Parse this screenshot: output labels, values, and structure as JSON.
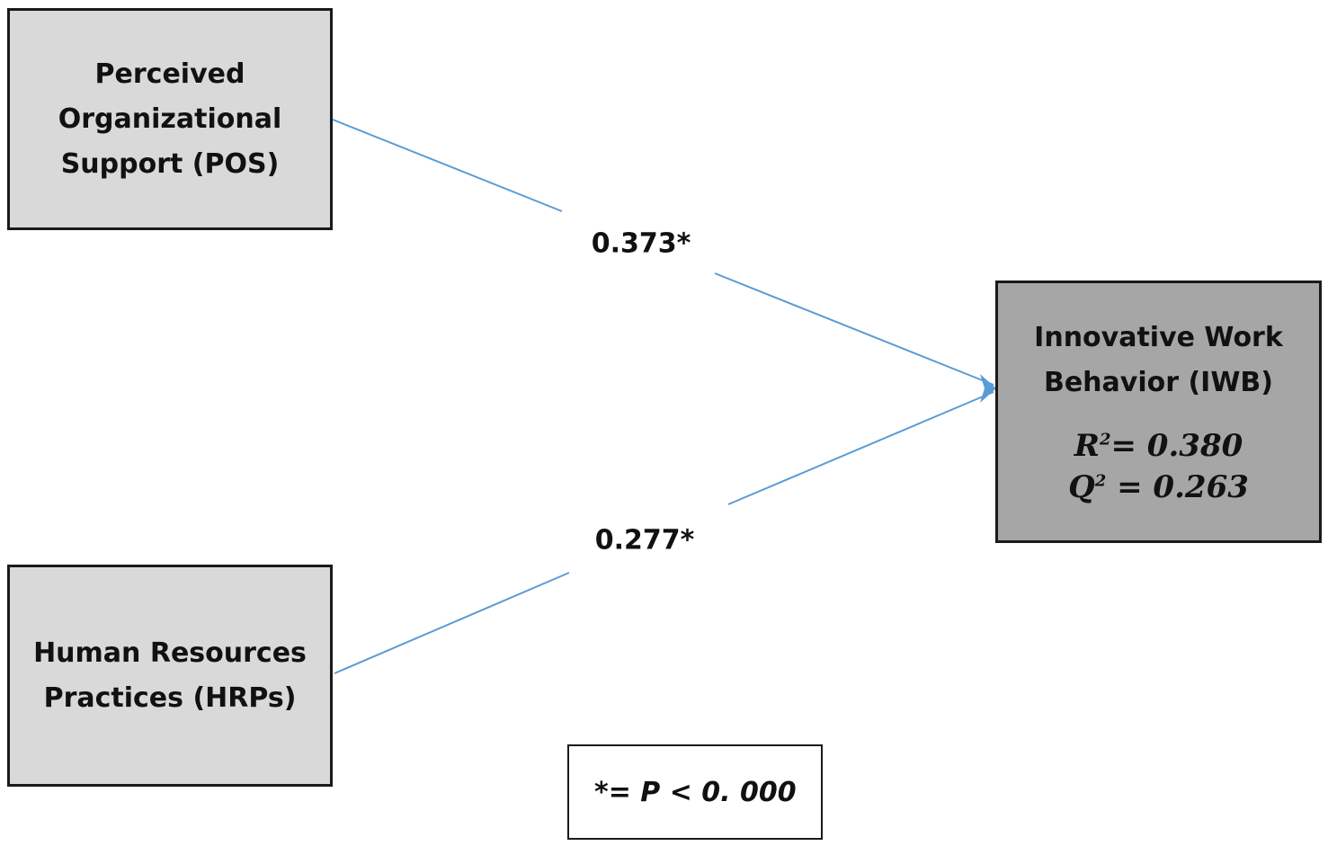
{
  "nodes": {
    "pos": {
      "lines": [
        "Perceived",
        "Organizational",
        "Support (POS)"
      ]
    },
    "hrp": {
      "lines": [
        "Human Resources",
        "Practices (HRPs)"
      ]
    },
    "iwb": {
      "lines": [
        "Innovative Work",
        "Behavior (IWB)"
      ],
      "r2": {
        "symbol": "R",
        "power": "2",
        "value": "= 0.380"
      },
      "q2": {
        "symbol": "Q",
        "power": "2",
        "value": " = 0.263"
      }
    }
  },
  "paths": {
    "pos_to_iwb": "0.373*",
    "hrp_to_iwb": "0.277*"
  },
  "note": "*= P < 0. 000",
  "colors": {
    "arrow": "#5b9bd5",
    "box_light": "#d9d9d9",
    "box_dark": "#a6a6a6"
  }
}
